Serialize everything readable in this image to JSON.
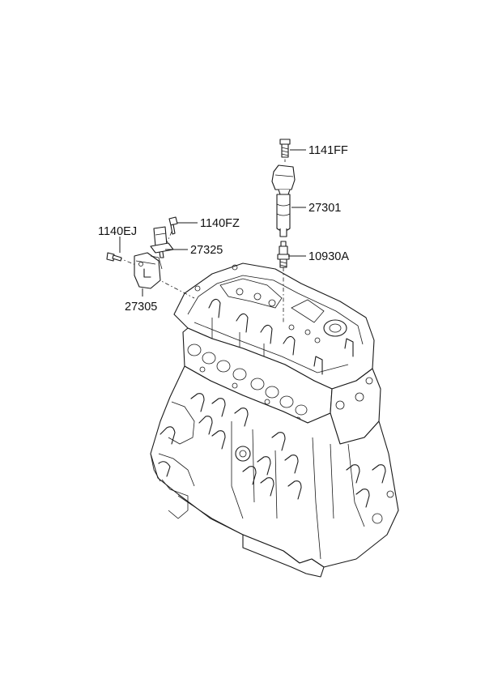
{
  "parts": [
    {
      "id": "p1141ff",
      "number": "1141FF"
    },
    {
      "id": "p27301",
      "number": "27301"
    },
    {
      "id": "p10930a",
      "number": "10930A"
    },
    {
      "id": "p1140ej",
      "number": "1140EJ"
    },
    {
      "id": "p1140fz",
      "number": "1140FZ"
    },
    {
      "id": "p27325",
      "number": "27325"
    },
    {
      "id": "p27305",
      "number": "27305"
    }
  ]
}
